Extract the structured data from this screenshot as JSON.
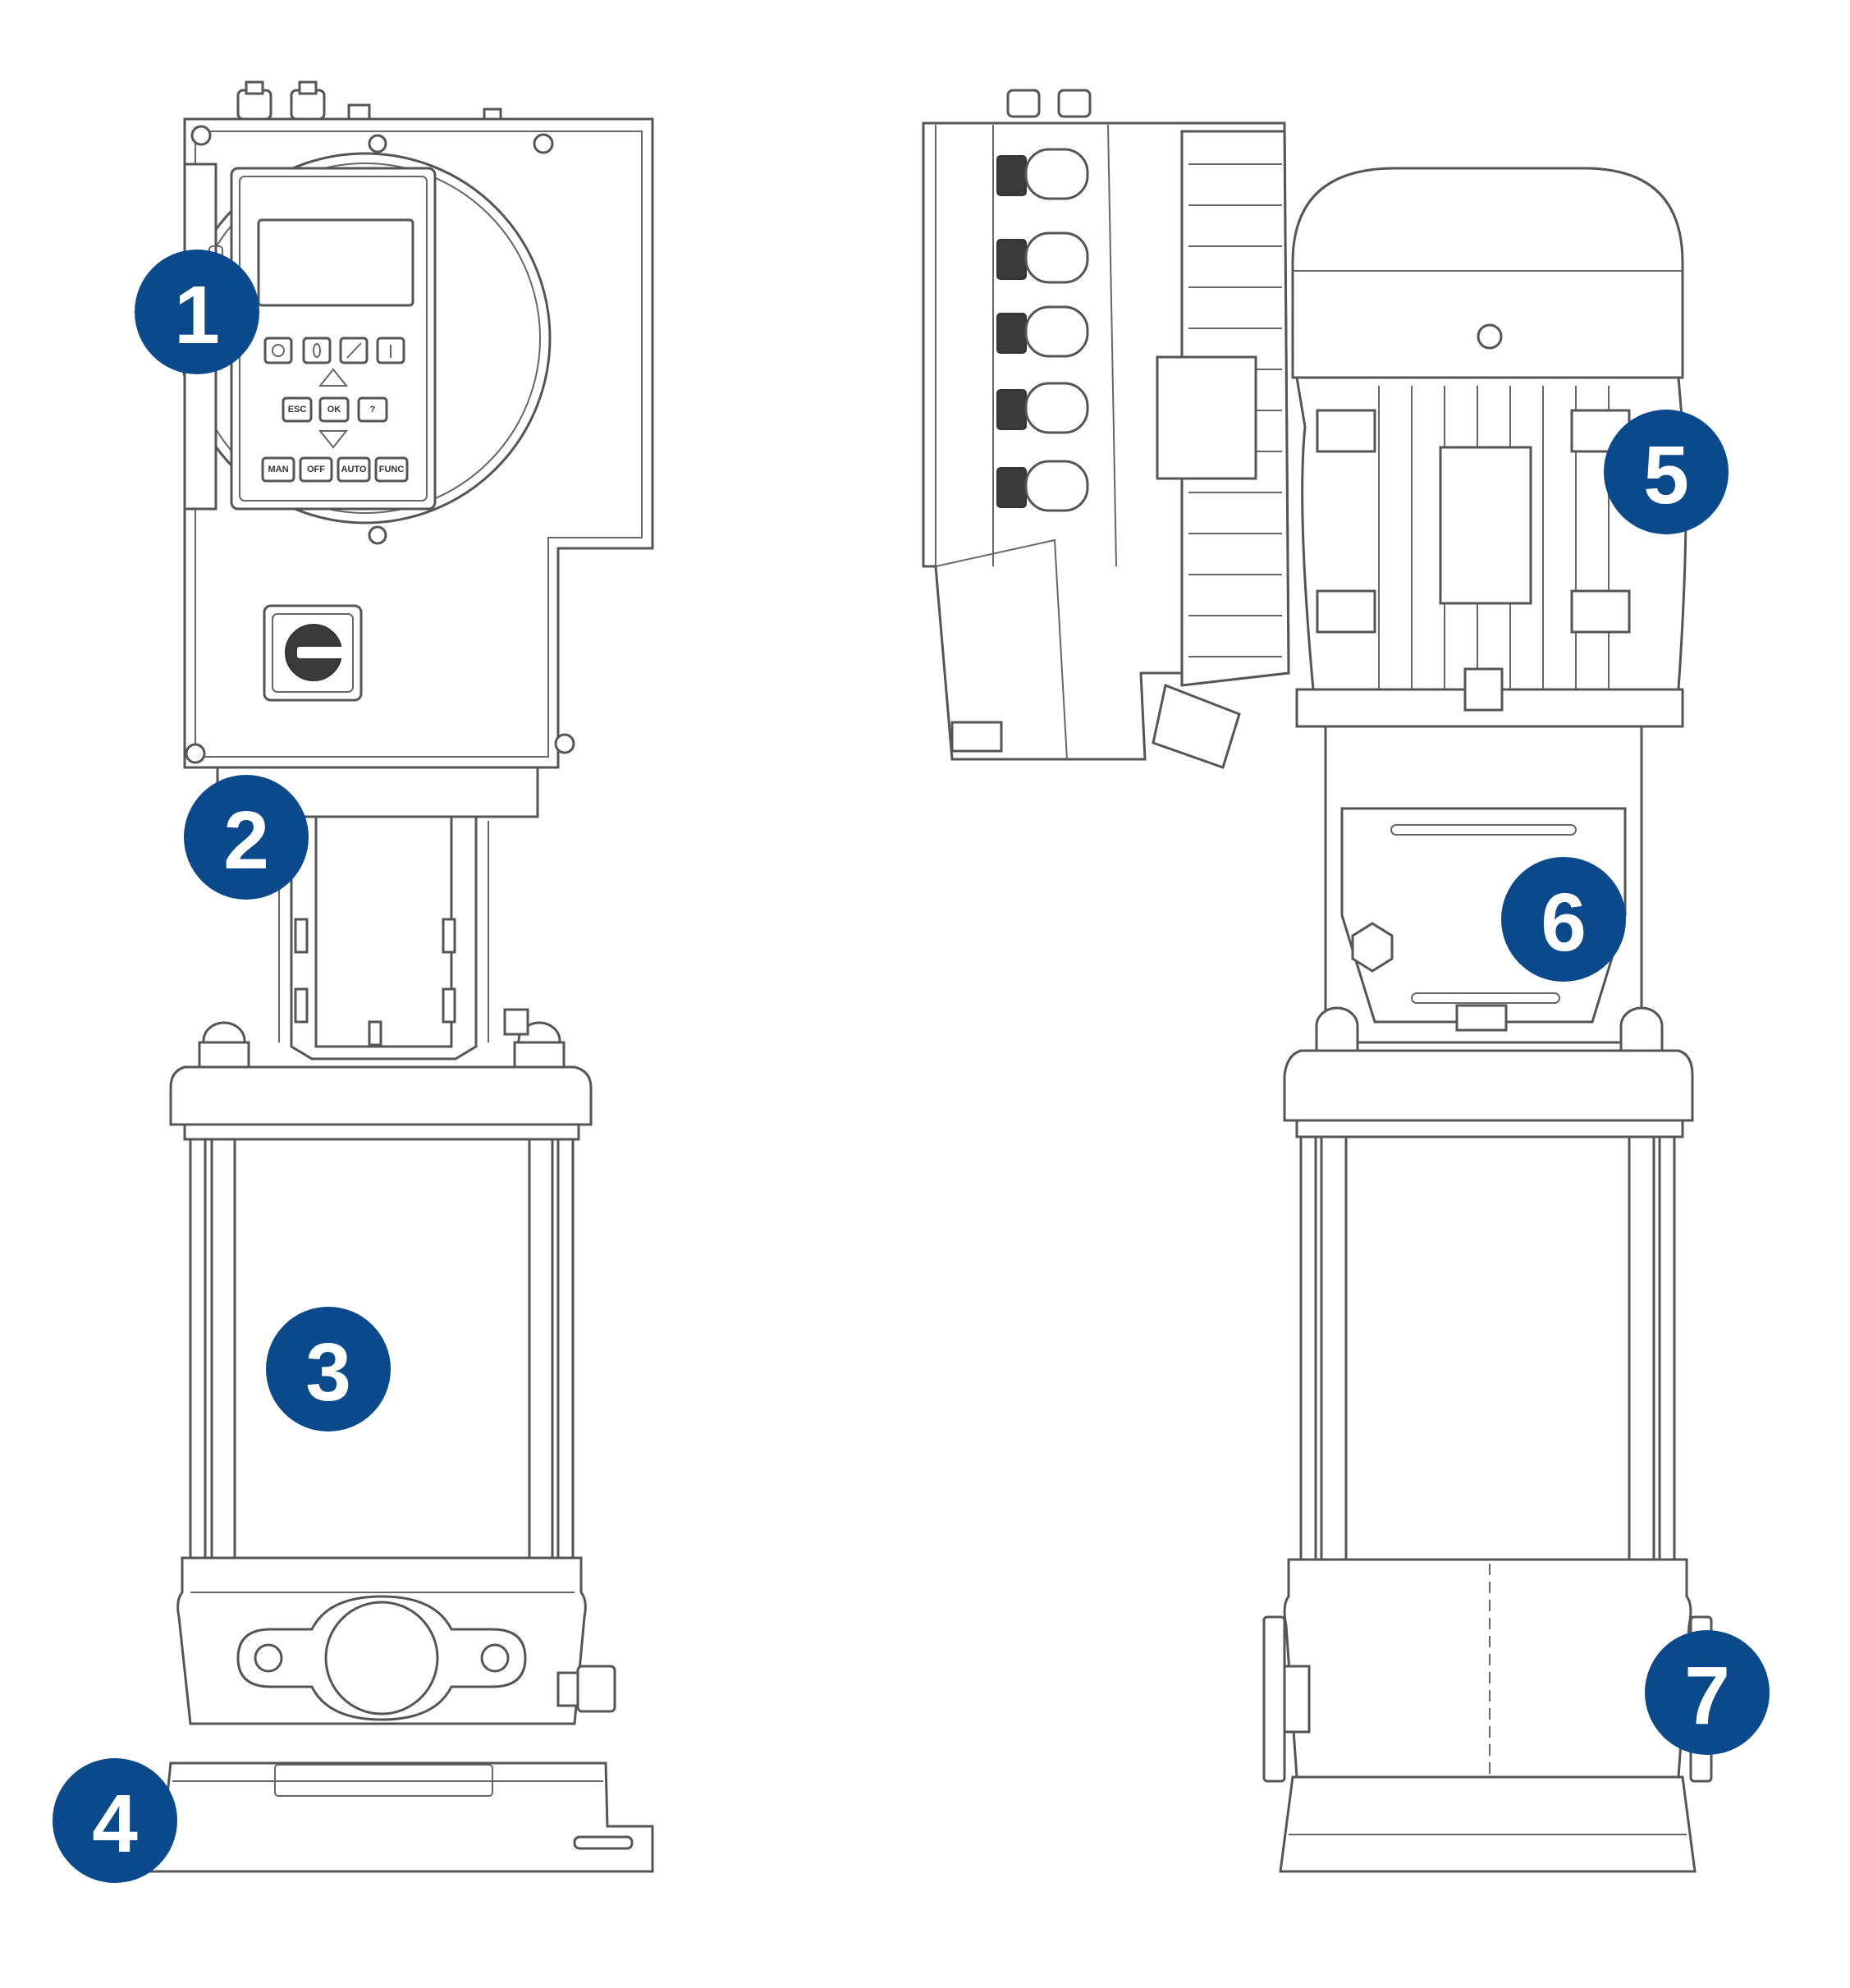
{
  "colors": {
    "badge": "#0a4a8c",
    "line": "#555555",
    "background": "#ffffff"
  },
  "keypad": {
    "row1_icons": [
      "power-icon",
      "drop-icon",
      "wrench-icon",
      "info-icon"
    ],
    "esc": "ESC",
    "ok": "OK",
    "help": "?",
    "mode_keys": [
      "MAN",
      "OFF",
      "AUTO",
      "FUNC"
    ]
  },
  "badges": [
    {
      "id": "1",
      "label": "1"
    },
    {
      "id": "2",
      "label": "2"
    },
    {
      "id": "3",
      "label": "3"
    },
    {
      "id": "4",
      "label": "4"
    },
    {
      "id": "5",
      "label": "5"
    },
    {
      "id": "6",
      "label": "6"
    },
    {
      "id": "7",
      "label": "7"
    }
  ]
}
